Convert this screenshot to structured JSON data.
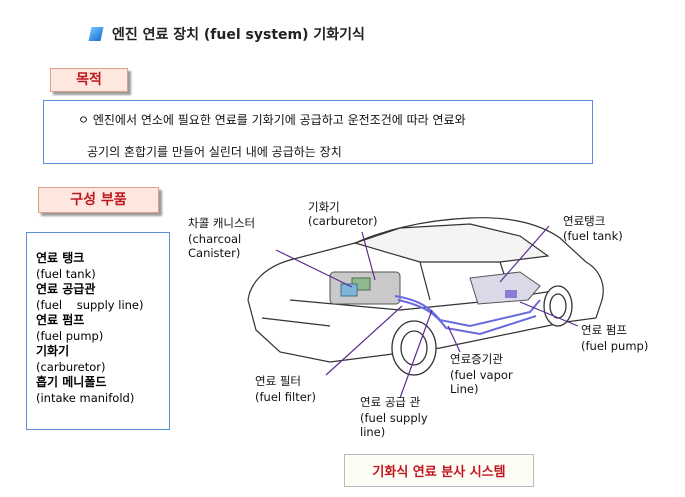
{
  "header": {
    "title": "엔진 연료 장치 (fuel system) 기화기식",
    "icon": "blue-bullet-icon"
  },
  "purpose": {
    "tag": "목적",
    "line1": "ㅇ 엔진에서 연소에 필요한 연료를 기화기에 공급하고 운전조건에 따라 연료와",
    "line2": "공기의 혼합기를 만들어 실린더 내에 공급하는 장치"
  },
  "components": {
    "tag": "구성 부품",
    "items": [
      {
        "ko": "연료 탱크",
        "en": "(fuel tank)"
      },
      {
        "ko": "연료 공급관",
        "en": "(fuel    supply line)"
      },
      {
        "ko": "연료 펌프",
        "en": "(fuel pump)"
      },
      {
        "ko": "기화기",
        "en": "(carburetor)"
      },
      {
        "ko": "흡기 메니폴드",
        "en": "(intake manifold)"
      }
    ]
  },
  "diagram": {
    "labels": {
      "canister_ko": "차콜 캐니스터",
      "canister_en": "(charcoal\nCanister)",
      "carburetor_ko": "기화기",
      "carburetor_en": "(carburetor)",
      "fuel_tank_ko": "연료탱크",
      "fuel_tank_en": "(fuel tank)",
      "fuel_pump_ko": "연료 펌프",
      "fuel_pump_en": "(fuel pump)",
      "vapor_line_ko": "연료증기관",
      "vapor_line_en": "(fuel vapor\nLine)",
      "fuel_filter_ko": "연료 필터",
      "fuel_filter_en": "(fuel filter)",
      "supply_line_ko": "연료 공급 관",
      "supply_line_en": "(fuel supply\nline)"
    },
    "caption": "기화식 연료 분사 시스템",
    "colors": {
      "accent": "#c0161f",
      "box_border": "#5a8fd6",
      "leader_line": "#5b2d8e",
      "fuel_line": "#6a6adf"
    }
  }
}
